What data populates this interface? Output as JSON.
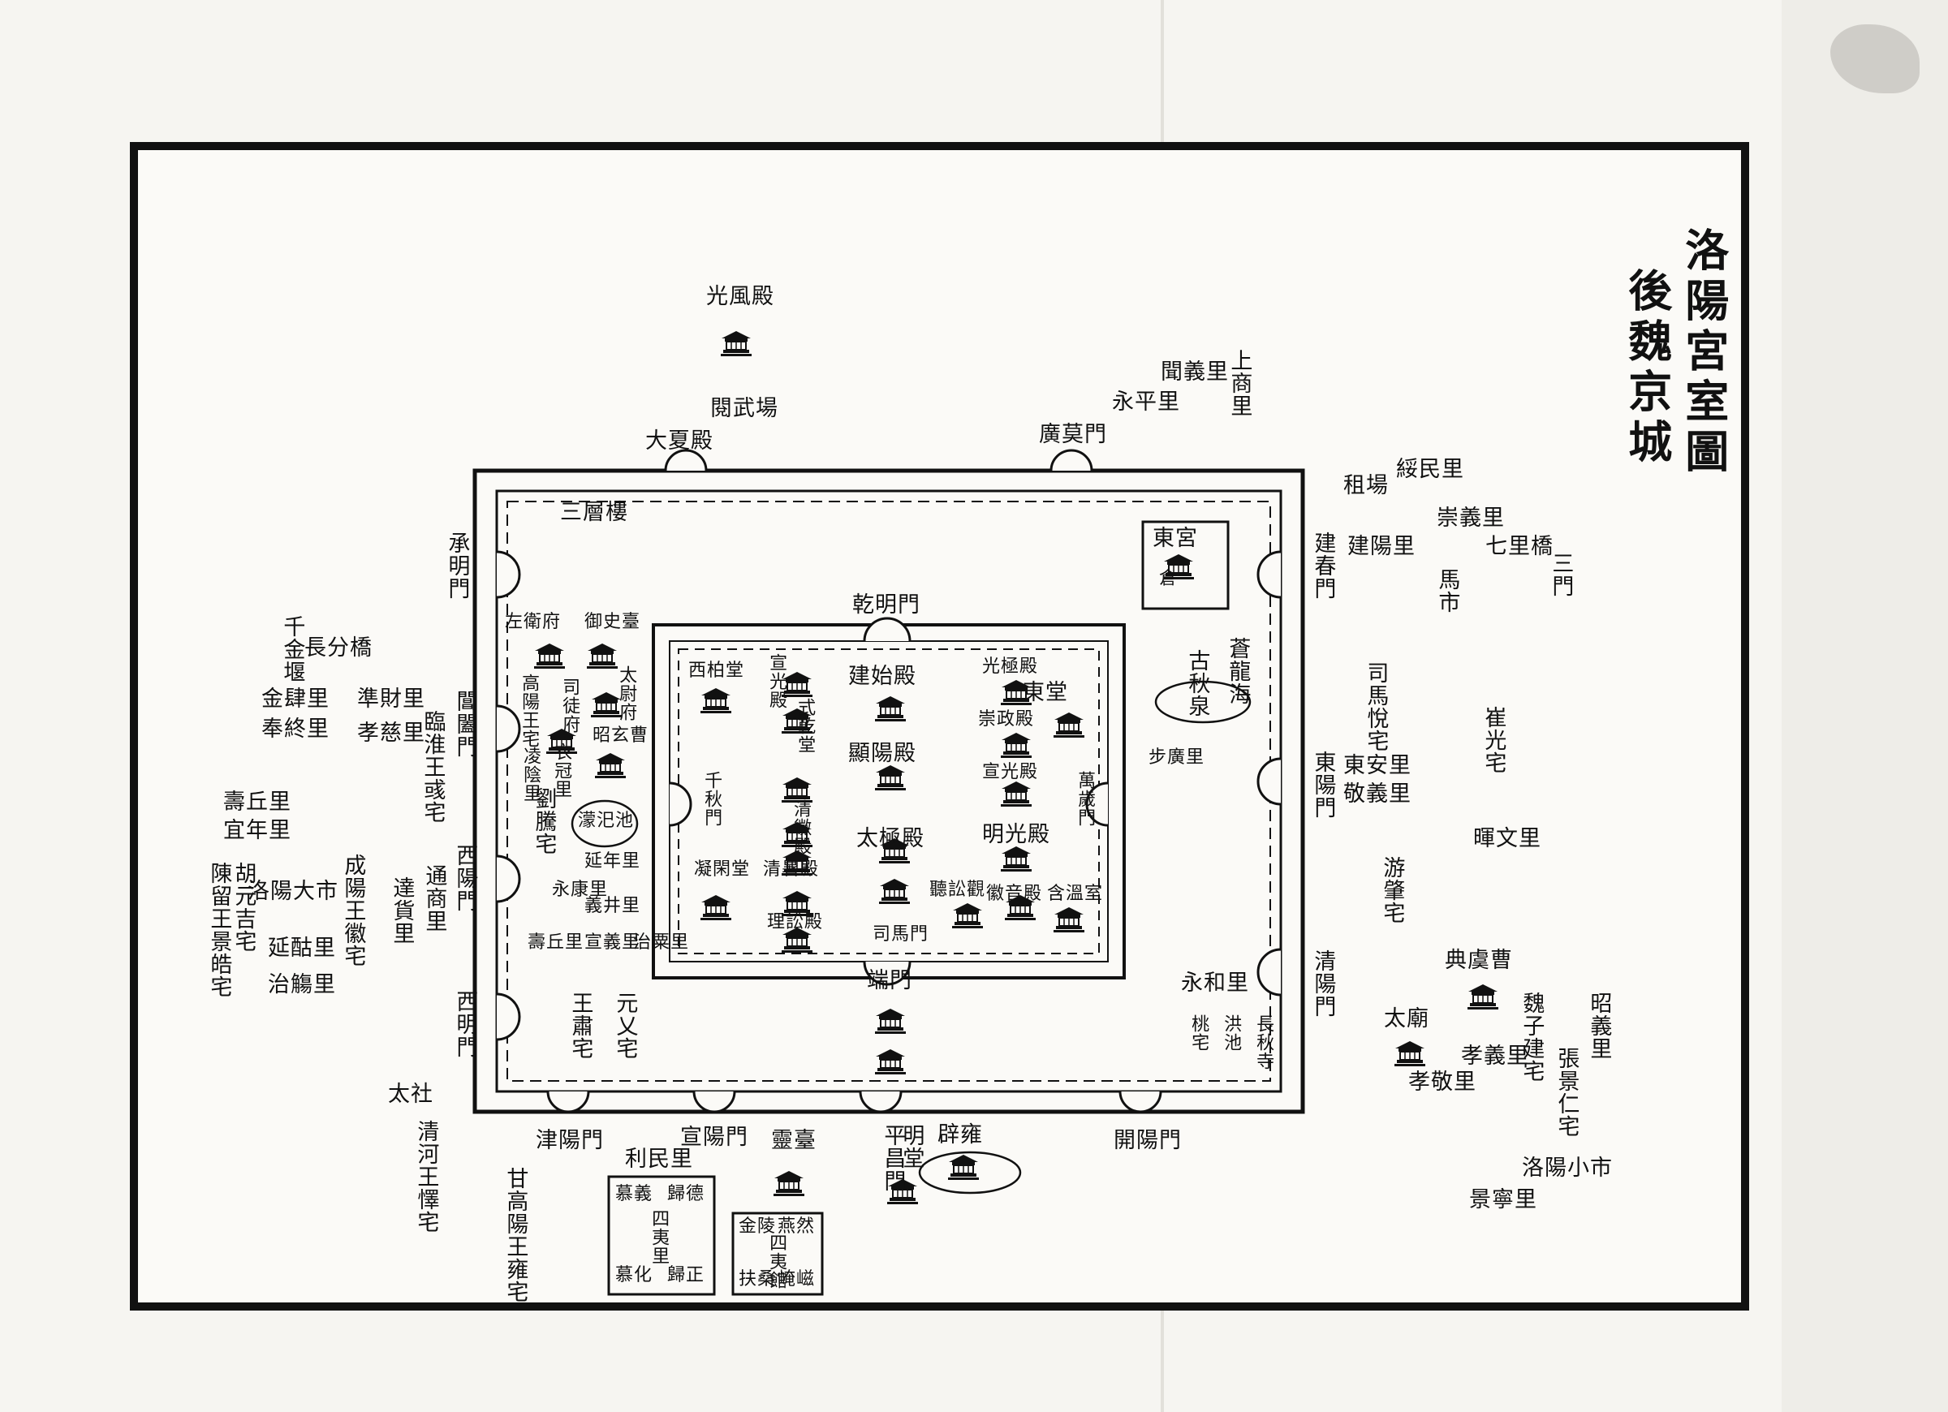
{
  "title": {
    "col1": "洛陽宮室圖",
    "col2": "後魏京城"
  },
  "outer_gates": {
    "north_left": "大夏殿",
    "north_right": "廣莫門",
    "east_top": "建春門",
    "east_mid": "東陽門",
    "east_bottom": "清陽門",
    "west_top": "承明門",
    "west_2": "閶闔門",
    "west_3": "西陽門",
    "west_4": "西明門",
    "south_1": "津陽門",
    "south_2": "宣陽門",
    "south_3": "平昌門",
    "south_4": "開陽門"
  },
  "palace": {
    "north_gate": "乾明門",
    "south_gate": "端門",
    "west_gate": "千秋門",
    "east_gate": "萬歲門",
    "halls": {
      "west_hall": "西柏堂",
      "xuanguang": "宣光殿",
      "jianshi": "建始殿",
      "guangji": "光極殿",
      "east_hall": "東堂",
      "shenxuan": "式乾堂",
      "xianyang": "顯陽殿",
      "qinghui": "清徽殿",
      "wusi": "崇政殿",
      "xuanzheng": "宣光殿",
      "mingguang": "明光殿",
      "taiji": "太極殿",
      "ningxian": "凝閑堂",
      "qingshu": "清暑殿",
      "tingsong": "聽訟觀",
      "zhengde": "徽音殿",
      "hanwen": "含溫室",
      "sili": "理訟殿",
      "sima_gate": "司馬門"
    }
  },
  "north_outside": {
    "changguang": "光風殿",
    "xuanwu": "閱武場",
    "yongping": "永平里",
    "kaiyi": "聞義里",
    "shangshang": "上商里"
  },
  "inner_city": {
    "sanceng": "三層樓",
    "yushi": "御史臺",
    "zuowei": "左衛府",
    "taiwei": "太尉府",
    "sitou": "司徒府",
    "gaoyang": "高陽王宅",
    "zhaoxuan": "昭玄曹",
    "yiguan": "衣冠里",
    "lingyin": "凌陰里",
    "liuteng": "劉騰宅",
    "mengjin": "濛汜池",
    "yannian": "延年里",
    "yongkang": "永康里",
    "yijing": "義井里",
    "shoushou": "壽丘里",
    "xuanyi": "宣義里",
    "zhishi": "治粟里",
    "wangsu": "王肅宅",
    "yuanyi": "元乂宅",
    "dongbu": "東宮",
    "cangyao": "倉",
    "canglong": "蒼龍海",
    "guqiu": "古秋泉",
    "buguang": "步廣里",
    "yonghe": "永和里",
    "rulin": "長秋寺",
    "gaotie": "洪池",
    "taoshe": "桃宅"
  },
  "west_outside": {
    "changfen": "長分橋",
    "qianjin": "千金堰",
    "jinsi": "金肆里",
    "fengzhong": "奉終里",
    "zhuncai": "準財里",
    "xiaoci": "孝慈里",
    "linhuai": "臨淮王彧宅",
    "shouqiu": "壽丘里",
    "yinian": "宜年里",
    "luoyang_da": "洛陽大市",
    "chengyang": "成陽王徽宅",
    "tongshang": "通商里",
    "dahuo": "達貨里",
    "chenliu": "陳留王景皓宅",
    "huyuan": "胡元吉宅",
    "yanlu": "延酤里",
    "zhishang": "治觴里"
  },
  "east_outside": {
    "suiying": "綏民里",
    "chongyi": "崇義里",
    "jianyang": "建陽里",
    "qili": "七里橋",
    "sanmen": "三門",
    "zutiao": "租場",
    "mabi": "馬市",
    "simayue": "司馬悅宅",
    "cuiguang": "崔光宅",
    "dongan": "東安里",
    "jingyi": "敬義里",
    "huiwen": "暉文里",
    "youzhao": "游肇宅",
    "dianzheng": "典虞曹",
    "zhaoyi": "昭義里",
    "wei_zi": "魏子建宅",
    "zhang_jingren": "張景仁宅",
    "taimiao": "太廟",
    "xiaoyi": "孝義里",
    "xiaojing": "孝敬里",
    "luoyang_xiao": "洛陽小市",
    "jingning": "景寧里"
  },
  "south_outside": {
    "tai_she": "太社",
    "qinghe": "清河王懌宅",
    "lili": "利民里",
    "gaoyang": "甘高陽王雍宅",
    "lingtai": "靈臺",
    "mingtang": "明堂",
    "biyong": "辟雍",
    "guide": "歸德",
    "muyi": "慕義",
    "siyi": "四夷里",
    "guizheng": "歸正",
    "muhua": "慕化",
    "siguan": "四夷館",
    "yanran": "燕然",
    "jinling": "金陵",
    "fusang": "扶桑",
    "yanzi": "崦嵫"
  }
}
